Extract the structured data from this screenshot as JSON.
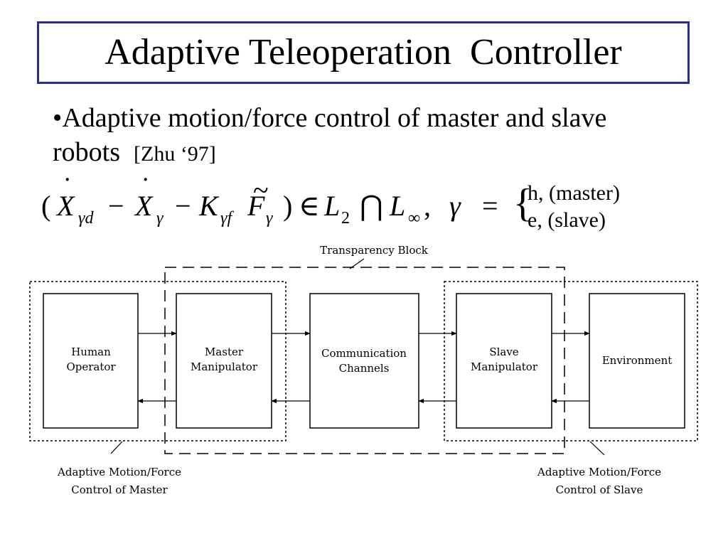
{
  "slide": {
    "title": "Adaptive Teleoperation  Controller",
    "bullet": {
      "marker": "•",
      "text": "Adaptive motion/force control of master and slave robots",
      "citation": "[Zhu ‘97]"
    },
    "equation": {
      "lparen": "(",
      "x1": "X",
      "x1_sub": "γd",
      "minus1": "−",
      "x2": "X",
      "x2_sub": "γ",
      "minus2": "−",
      "k": "K",
      "k_sub": "γf",
      "f": "F",
      "f_sub": "γ",
      "rparen": ")",
      "in": "∈",
      "l2": "L",
      "l2_sub": "2",
      "cap": "⋂",
      "linf": "L",
      "linf_sub": "∞",
      "comma": ",",
      "gamma": "γ",
      "equals": "=",
      "brace": "{",
      "case1": "h, (master)",
      "case2": "e, (slave)"
    }
  },
  "diagram": {
    "transparency_label": "Transparency Block",
    "blocks": [
      {
        "id": "human-operator",
        "lines": [
          "Human",
          "Operator"
        ]
      },
      {
        "id": "master-manipulator",
        "lines": [
          "Master",
          "Manipulator"
        ]
      },
      {
        "id": "communication-channels",
        "lines": [
          "Communication",
          "Channels"
        ]
      },
      {
        "id": "slave-manipulator",
        "lines": [
          "Slave",
          "Manipulator"
        ]
      },
      {
        "id": "environment",
        "lines": [
          "Environment"
        ]
      }
    ],
    "master_group_label": [
      "Adaptive Motion/Force",
      "Control of Master"
    ],
    "slave_group_label": [
      "Adaptive Motion/Force",
      "Control of Slave"
    ]
  }
}
